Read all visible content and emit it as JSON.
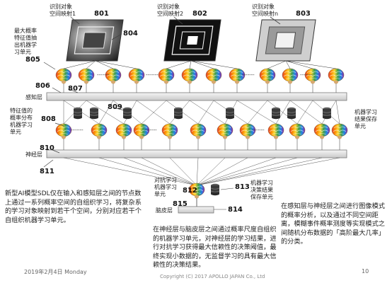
{
  "spaces": [
    {
      "label": "识别对象\n空间映射1",
      "num": "801"
    },
    {
      "label": "识别对象\n空间映射2",
      "num": "802"
    },
    {
      "label": "识别对象\n空间映射n",
      "num": "803"
    }
  ],
  "left_labels": {
    "max_prob": "最大概率\n特征值抽\n出机器学\n习单元",
    "perception": "感知层",
    "feature_prob": "特征值的\n概率分布\n机器学习\n单元",
    "neural": "神经层",
    "confront": "对抗学习\n机器学习\n单元",
    "cortex": "脑皮层"
  },
  "right_labels": {
    "save_unit": "机器学习\n结果保存\n单元",
    "decision_save": "机器学习\n决策结果\n保存单元"
  },
  "numbers": {
    "n804": "804",
    "n805": "805",
    "n806": "806",
    "n807": "807",
    "n808": "808",
    "n809": "809",
    "n810": "810",
    "n811": "811",
    "n812": "812",
    "n813": "813",
    "n814": "814",
    "n815": "815"
  },
  "dots": "-------",
  "para_left": "新型AI模型SDL仅在输入和感知层之间的节点数上通过一系列概率空间的自组织学习，将复杂系的学习对象映射到若干个空间，分别对应若干个自组织机器学习单元。",
  "para_mid": "在神经层与脑皮层之间通过概率尺度自组织的机器学习单元，对神经层的学习结果，进行对抗学习获得最大信赖性的决策阈值，最终实现小数据的，无监督学习的具有最大信赖性的决策结果。",
  "para_right": "在感知层与神经层之间进行图像模式的概率分析，以及通过不同空间距离，模糊事件概率测度等实现模式之间随机分布数据的「高阶最大几率」的分类。",
  "footer": {
    "date": "2019年2月4日 Monday",
    "copyright": "Copyright (C) 2017 APOLLO JAPAN Co., Ltd",
    "page": "10"
  }
}
